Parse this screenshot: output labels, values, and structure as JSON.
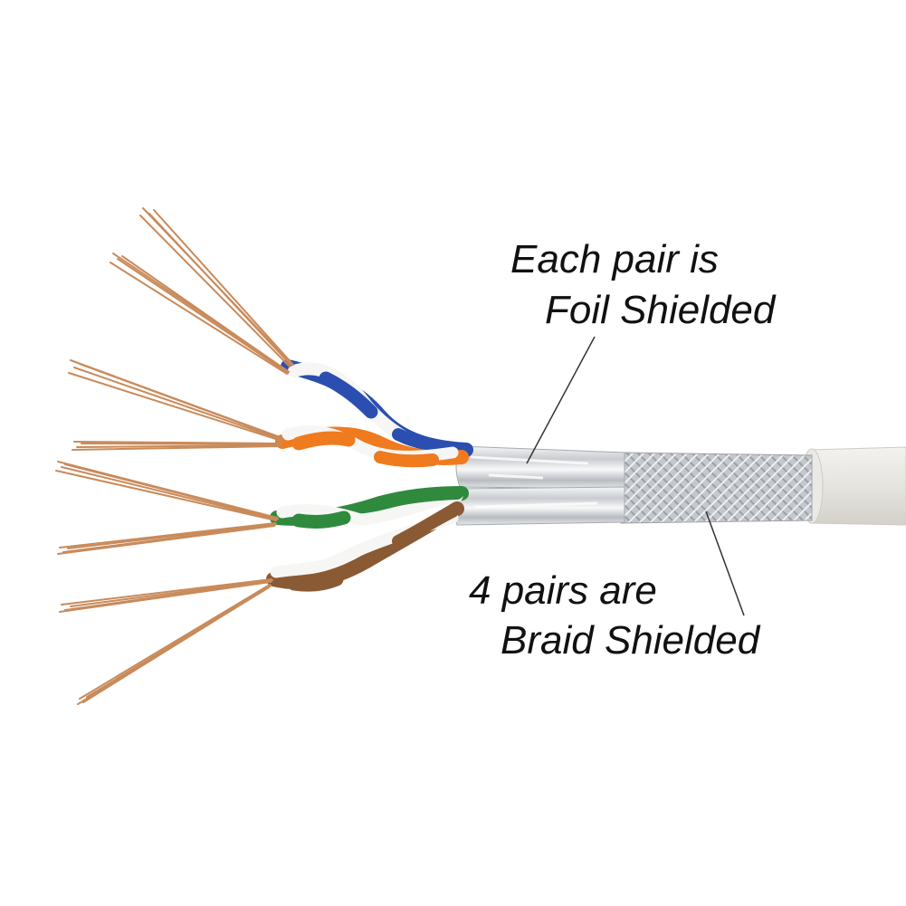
{
  "callouts": {
    "foil": {
      "line1": "Each pair is",
      "line2": "Foil Shielded"
    },
    "braid": {
      "line1": "4 pairs are",
      "line2": "Braid Shielded"
    }
  },
  "colors": {
    "background": "#ffffff",
    "text": "#111111",
    "copper": "#c98a5a",
    "jacket": "#e9e7e3",
    "foil": "#d8dadd",
    "braid": "#bfc3c8",
    "blue": "#2a4fb0",
    "orange": "#f07a1e",
    "green": "#2f8a3e",
    "brown": "#8a5a34"
  }
}
